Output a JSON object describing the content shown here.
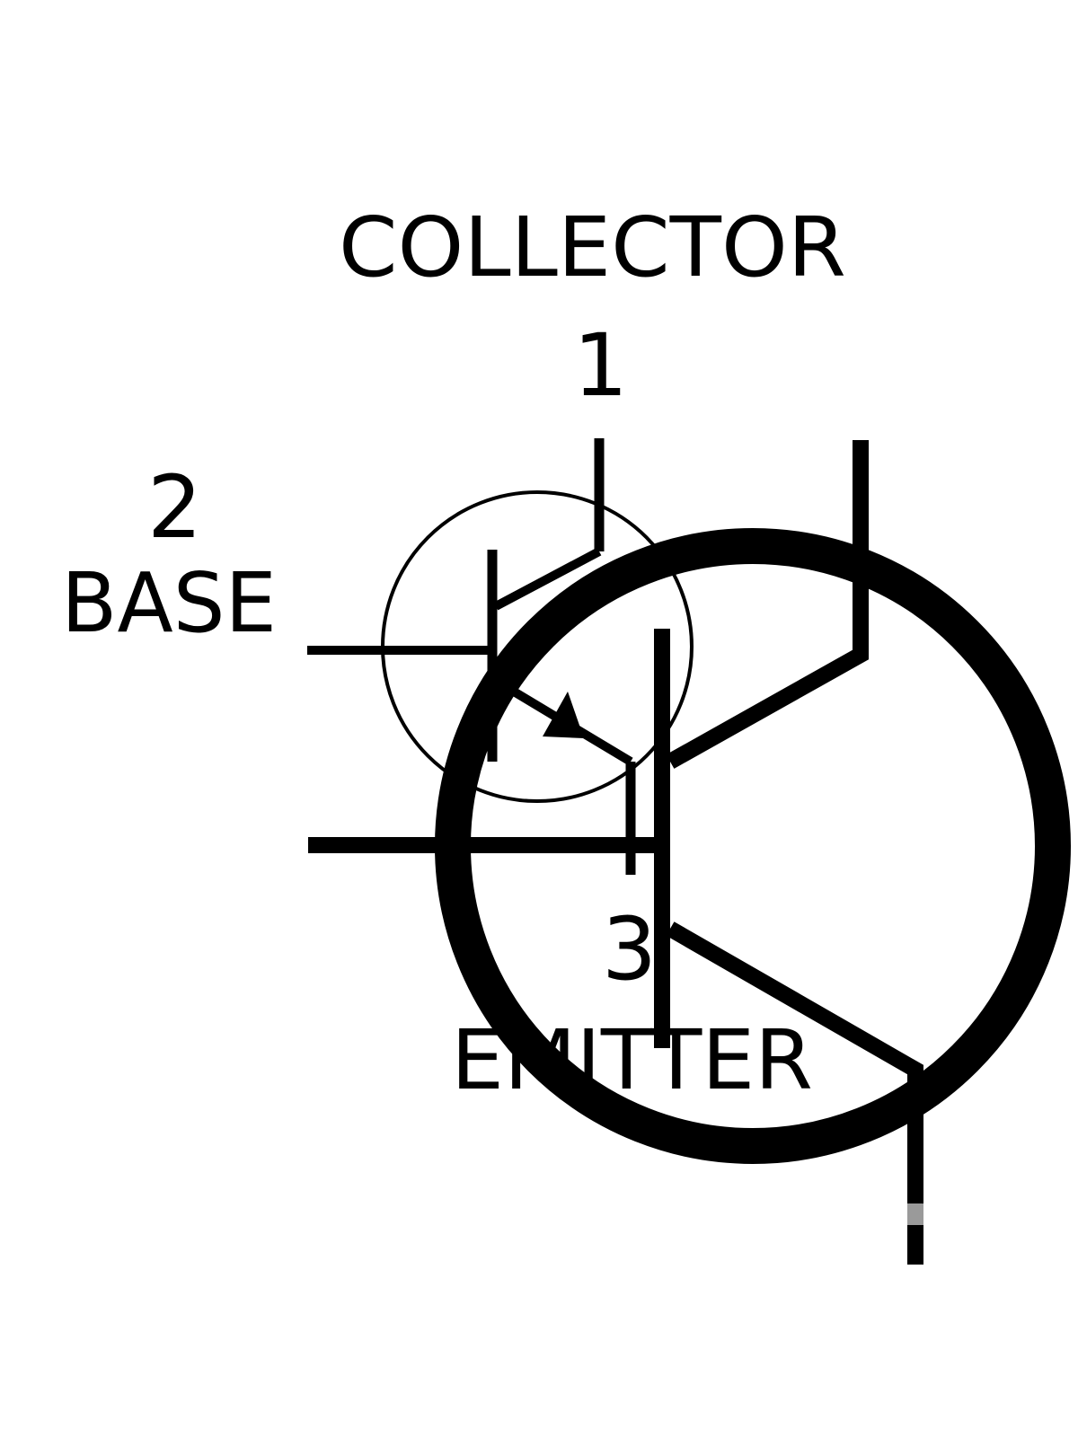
{
  "diagram": {
    "small_symbol": {
      "collector_label": "COLLECTOR",
      "collector_pin": "1",
      "base_label": "BASE",
      "base_pin": "2",
      "emitter_label": "EMITTER",
      "emitter_pin": "3"
    }
  }
}
